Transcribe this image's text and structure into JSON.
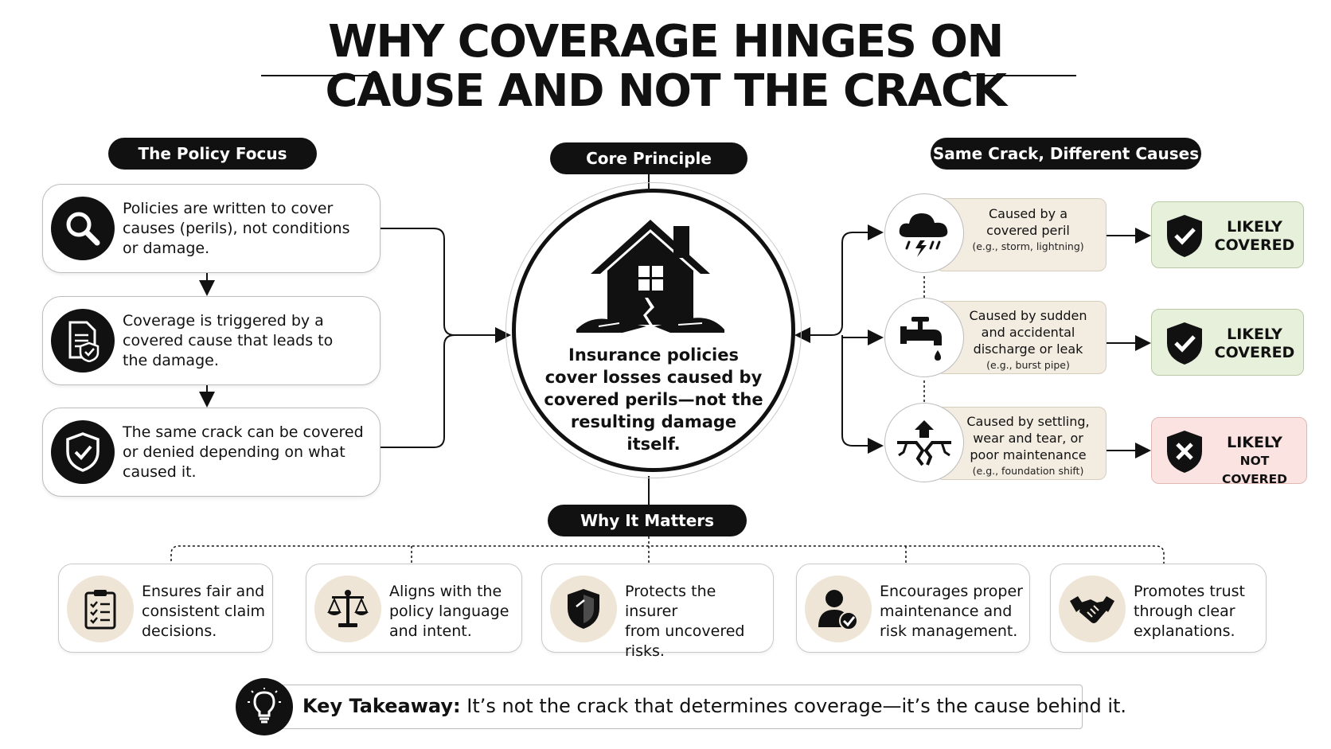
{
  "title": {
    "line1": "WHY COVERAGE HINGES ON",
    "line2": "CAUSE AND NOT THE CRACK"
  },
  "policy_focus": {
    "header": "The Policy Focus",
    "items": [
      {
        "icon": "magnifier-icon",
        "lines": [
          "Policies are written to cover",
          "causes (perils), not conditions",
          "or damage."
        ]
      },
      {
        "icon": "document-shield-icon",
        "lines": [
          "Coverage is triggered by a",
          "covered cause that leads to",
          "the damage."
        ]
      },
      {
        "icon": "shield-check-icon",
        "lines": [
          "The same crack can be covered",
          "or denied depending on what",
          "caused it."
        ]
      }
    ]
  },
  "core_principle": {
    "header": "Core Principle",
    "icon": "cracked-house-icon",
    "lines": [
      "Insurance policies",
      "cover losses caused by",
      "covered perils—not the",
      "resulting damage itself."
    ]
  },
  "causes": {
    "header": "Same Crack, Different Causes",
    "rows": [
      {
        "icon": "storm-cloud-icon",
        "lines": [
          "Caused by a",
          "covered peril"
        ],
        "example": "(e.g., storm, lightning)",
        "verdict_line1": "LIKELY",
        "verdict_line2": "COVERED",
        "verdict_icon": "shield-check-icon",
        "verdict_color": "#e7f0da"
      },
      {
        "icon": "faucet-icon",
        "lines": [
          "Caused by sudden",
          "and accidental",
          "discharge or leak"
        ],
        "example": "(e.g., burst pipe)",
        "verdict_line1": "LIKELY",
        "verdict_line2": "COVERED",
        "verdict_icon": "shield-check-icon",
        "verdict_color": "#e7f0da"
      },
      {
        "icon": "foundation-crack-icon",
        "lines": [
          "Caused by settling,",
          "wear and tear, or",
          "poor maintenance"
        ],
        "example": "(e.g., foundation shift)",
        "verdict_line1": "LIKELY",
        "verdict_line2": "NOT COVERED",
        "verdict_icon": "shield-x-icon",
        "verdict_color": "#fbe3e1"
      }
    ]
  },
  "why_it_matters": {
    "header": "Why It Matters",
    "items": [
      {
        "icon": "clipboard-checklist-icon",
        "lines": [
          "Ensures fair and",
          "consistent claim",
          "decisions."
        ]
      },
      {
        "icon": "scales-icon",
        "lines": [
          "Aligns with the",
          "policy language",
          "and intent."
        ]
      },
      {
        "icon": "shield-icon",
        "lines": [
          "Protects the insurer",
          "from uncovered",
          "risks."
        ]
      },
      {
        "icon": "person-check-icon",
        "lines": [
          "Encourages proper",
          "maintenance and",
          "risk management."
        ]
      },
      {
        "icon": "handshake-icon",
        "lines": [
          "Promotes trust",
          "through clear",
          "explanations."
        ]
      }
    ]
  },
  "takeaway": {
    "icon": "lightbulb-icon",
    "label": "Key Takeaway:",
    "text": "It’s not the crack that determines coverage—it’s the cause behind it."
  }
}
